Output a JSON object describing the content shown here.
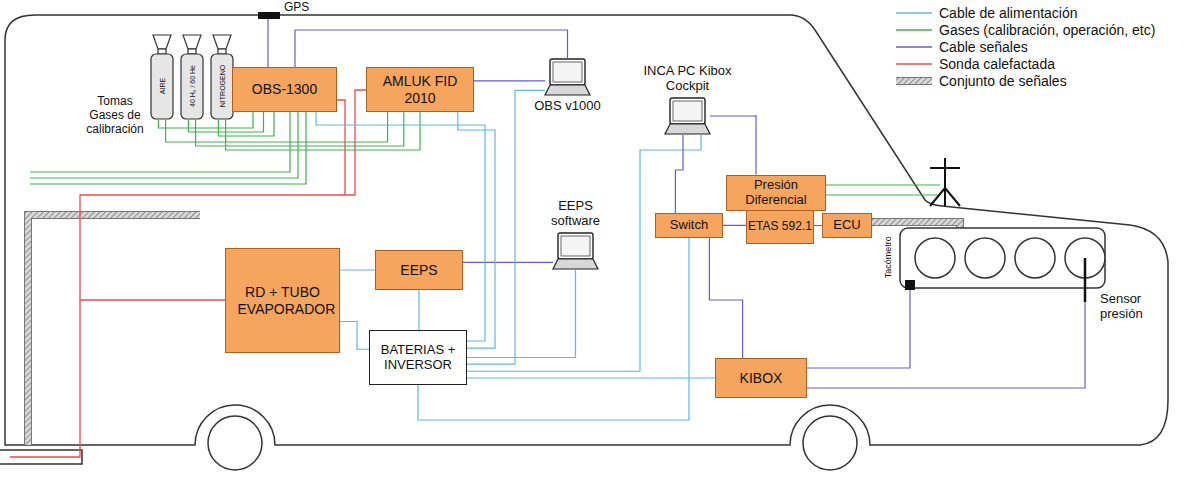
{
  "diagram": {
    "nodes": [
      {
        "text": [
          "AIRE"
        ]
      },
      {
        "text": [
          "40 H₂ / 60 He"
        ]
      },
      {
        "text": [
          "NITROGENO"
        ]
      },
      {
        "text": [
          "OBS-1300"
        ]
      },
      {
        "text": [
          "AMLUK FID 2010"
        ]
      },
      {
        "text": [
          "OBS v1000"
        ]
      },
      {
        "text": [
          "INCA PC Kibox Cockpit"
        ]
      },
      {
        "text": [
          "Presión Diferencial"
        ]
      },
      {
        "text": [
          "EEPS software"
        ]
      },
      {
        "text": [
          "Switch"
        ]
      },
      {
        "text": [
          "ETAS 592.1"
        ]
      },
      {
        "text": [
          "ECU"
        ]
      },
      {
        "text": [
          "RD + TUBO EVAPORADOR"
        ]
      },
      {
        "text": [
          "EEPS"
        ]
      },
      {
        "text": [
          "BATERIAS + INVERSOR"
        ]
      },
      {
        "text": [
          "KIBOX"
        ]
      }
    ],
    "edges": [
      {
        "from": 0,
        "to": 3,
        "arrow": "none"
      },
      {
        "from": 1,
        "to": 3,
        "arrow": "none"
      },
      {
        "from": 2,
        "to": 3,
        "arrow": "none"
      },
      {
        "from": 0,
        "to": 4,
        "arrow": "none"
      },
      {
        "from": 1,
        "to": 4,
        "arrow": "none"
      },
      {
        "from": 2,
        "to": 4,
        "arrow": "none"
      },
      {
        "from": 3,
        "to": 5,
        "arrow": "none"
      },
      {
        "from": 4,
        "to": 5,
        "arrow": "none"
      },
      {
        "from": 13,
        "to": 8,
        "arrow": "none"
      },
      {
        "from": 12,
        "to": 13,
        "arrow": "none"
      },
      {
        "from": 14,
        "to": 12,
        "arrow": "none"
      },
      {
        "from": 14,
        "to": 13,
        "arrow": "none"
      },
      {
        "from": 14,
        "to": 3,
        "arrow": "none"
      },
      {
        "from": 14,
        "to": 4,
        "arrow": "none"
      },
      {
        "from": 14,
        "to": 8,
        "arrow": "none"
      },
      {
        "from": 14,
        "to": 5,
        "arrow": "none"
      },
      {
        "from": 14,
        "to": 6,
        "arrow": "none"
      },
      {
        "from": 14,
        "to": 15,
        "arrow": "none"
      },
      {
        "from": 14,
        "to": 9,
        "arrow": "none"
      },
      {
        "from": 15,
        "to": 9,
        "arrow": "none"
      },
      {
        "from": 9,
        "to": 10,
        "arrow": "none"
      },
      {
        "from": 10,
        "to": 11,
        "arrow": "none"
      },
      {
        "from": 9,
        "to": 6,
        "arrow": "none"
      },
      {
        "from": 7,
        "to": 6,
        "arrow": "none"
      }
    ],
    "labels": [
      "GPS",
      "Tomas Gases de calibración",
      "Tacómetro",
      "Sensor presión"
    ],
    "legend": [
      {
        "text": "Cable de alimentación"
      },
      {
        "text": "Gases (calibración, operación, etc)"
      },
      {
        "text": "Cable señales"
      },
      {
        "text": "Sonda calefactada"
      },
      {
        "text": "Conjunto de señales"
      }
    ]
  }
}
